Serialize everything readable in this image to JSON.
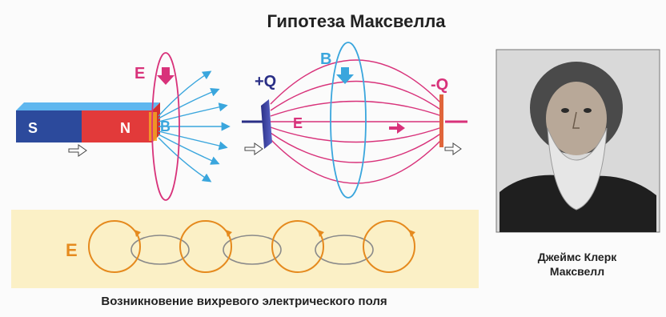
{
  "title": "Гипотеза Максвелла",
  "caption": "Возникновение вихревого электрического поля",
  "portrait": {
    "name_line1": "Джеймс Клерк",
    "name_line2": "Максвелл"
  },
  "magnet": {
    "south_label": "S",
    "north_label": "N",
    "field_e_label": "E",
    "field_b_label": "B"
  },
  "capacitor": {
    "plus_label": "+Q",
    "minus_label": "-Q",
    "field_e_label": "E",
    "field_b_label": "B"
  },
  "vortex": {
    "field_e_label": "E"
  },
  "colors": {
    "magnetic_field": "#3aa6dd",
    "electric_field": "#d8327a",
    "vortex_ring": "#e58a1e",
    "magnet_south": "#2c4a9c",
    "magnet_north": "#e23a3a",
    "panel_bg": "#fbf0c6"
  }
}
